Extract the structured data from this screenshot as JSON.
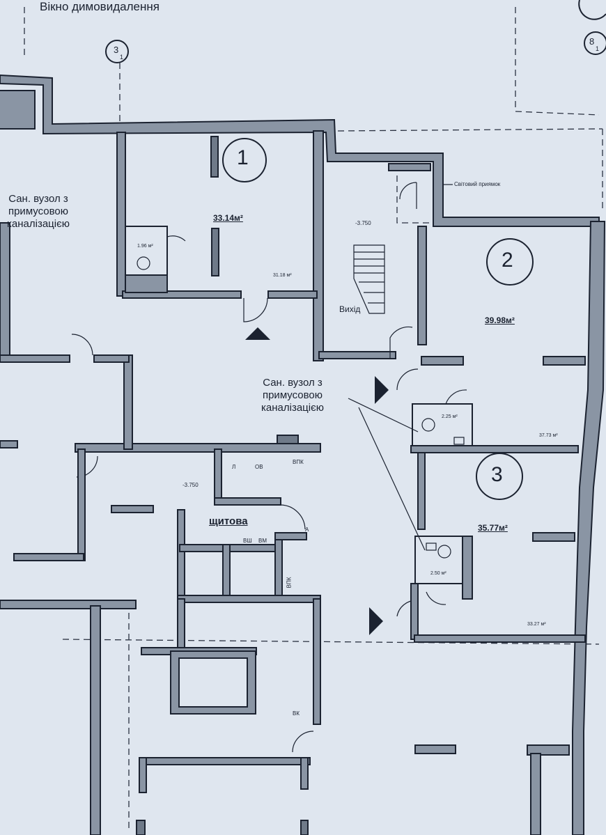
{
  "header": {
    "smoke_window": "Вікно димовидалення"
  },
  "axes": {
    "axis_3": "3",
    "axis_3_sub": "1",
    "axis_8": "8",
    "axis_8_sub": "1"
  },
  "units": {
    "unit1": {
      "number": "1",
      "area": "33.14м²",
      "inner_area": "31.18 м²",
      "wc_area": "1.96 м²"
    },
    "unit2": {
      "number": "2",
      "area": "39.98м²",
      "inner_area": "37.73 м²",
      "wc_area": "2.25 м²"
    },
    "unit3": {
      "number": "3",
      "area": "35.77м²",
      "inner_area": "33.27 м²",
      "wc_area": "2.50 м²"
    }
  },
  "labels": {
    "bathroom_left": "Сан. вузол з\nпримусовою\nканалізацією",
    "bathroom_right": "Сан. вузол з\nпримусовою\nканалізацією",
    "light_pit": "Світовий приямок",
    "exit": "Вихід",
    "electrical_room": "щитова",
    "level_stair": "-3.750",
    "level_corridor": "-3.750",
    "l": "Л",
    "ov": "ОВ",
    "vpk_1": "ВПК",
    "vpk_2": "ВПК",
    "vsh": "ВШ",
    "vm": "ВМ",
    "vk": "ВК",
    "a": "А"
  },
  "colors": {
    "paper": "#dfe6ef",
    "ink": "#1b2230",
    "wall_fill": "#8a95a4"
  }
}
